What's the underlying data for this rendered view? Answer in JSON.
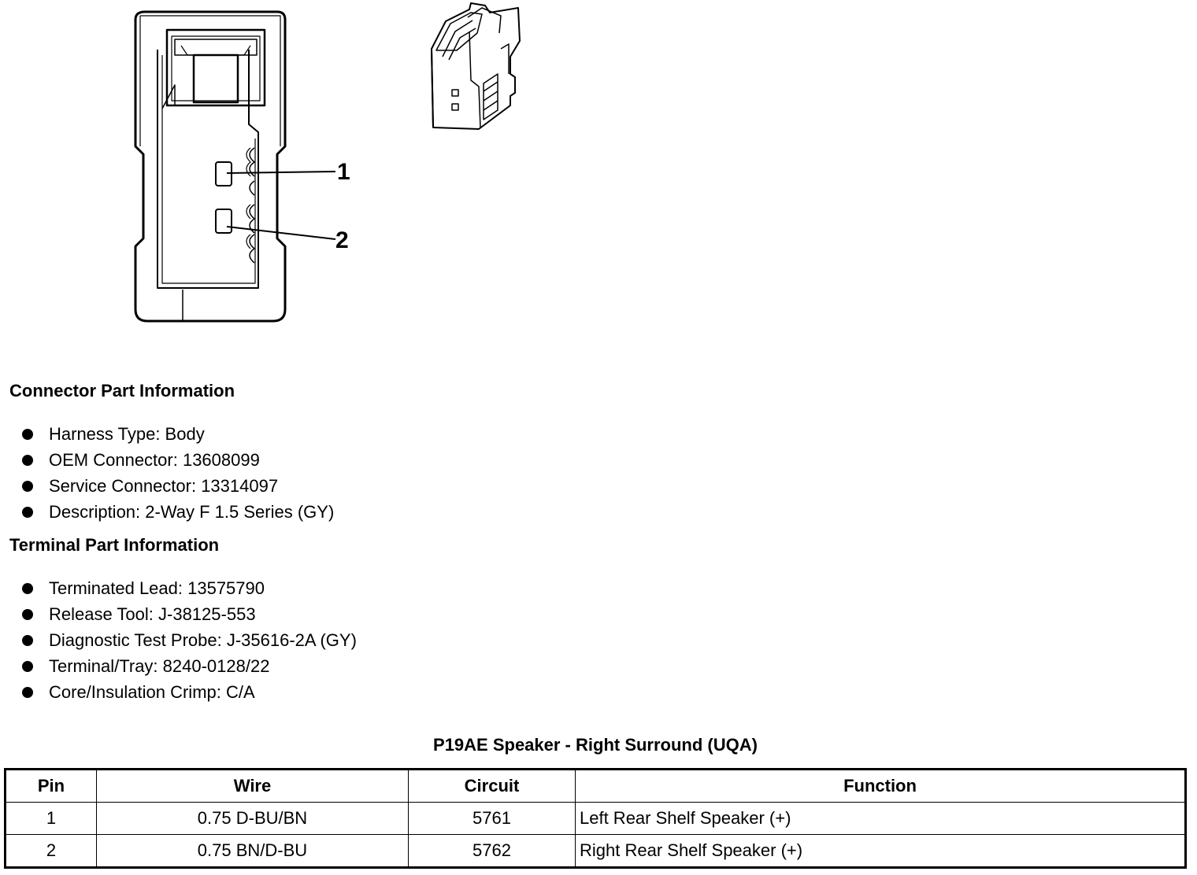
{
  "diagram": {
    "pin_callouts": [
      "1",
      "2"
    ]
  },
  "connector_info": {
    "title": "Connector Part Information",
    "items": [
      "Harness Type: Body",
      "OEM Connector: 13608099",
      "Service Connector: 13314097",
      "Description: 2-Way F 1.5 Series (GY)"
    ]
  },
  "terminal_info": {
    "title": "Terminal Part Information",
    "items": [
      "Terminated Lead: 13575790",
      "Release Tool: J-38125-553",
      "Diagnostic Test Probe: J-35616-2A (GY)",
      "Terminal/Tray: 8240-0128/22",
      "Core/Insulation Crimp: C/A"
    ]
  },
  "pin_table": {
    "title": "P19AE Speaker - Right Surround (UQA)",
    "headers": [
      "Pin",
      "Wire",
      "Circuit",
      "Function"
    ],
    "rows": [
      [
        "1",
        "0.75 D-BU/BN",
        "5761",
        "Left Rear Shelf Speaker (+)"
      ],
      [
        "2",
        "0.75 BN/D-BU",
        "5762",
        "Right Rear Shelf Speaker (+)"
      ]
    ]
  }
}
